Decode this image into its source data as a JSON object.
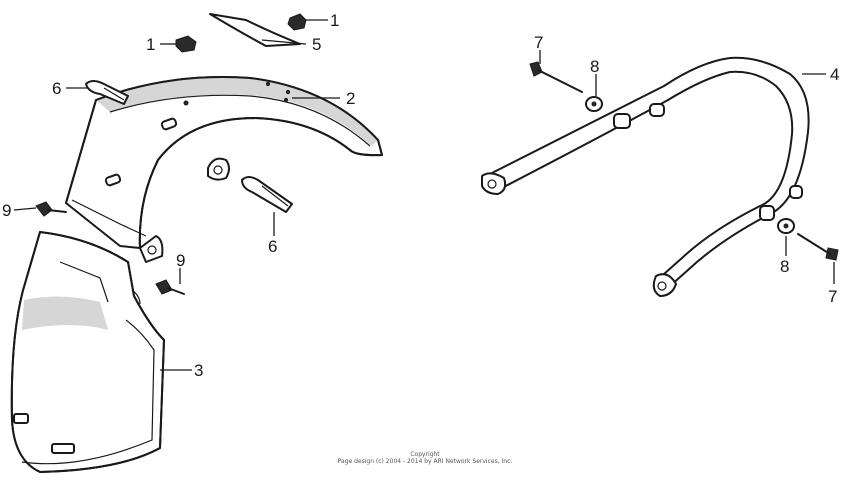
{
  "callouts": [
    {
      "id": "c1a",
      "label": "1"
    },
    {
      "id": "c1b",
      "label": "1"
    },
    {
      "id": "c2",
      "label": "2"
    },
    {
      "id": "c3",
      "label": "3"
    },
    {
      "id": "c4",
      "label": "4"
    },
    {
      "id": "c5",
      "label": "5"
    },
    {
      "id": "c6a",
      "label": "6"
    },
    {
      "id": "c6b",
      "label": "6"
    },
    {
      "id": "c7a",
      "label": "7"
    },
    {
      "id": "c7b",
      "label": "7"
    },
    {
      "id": "c8a",
      "label": "8"
    },
    {
      "id": "c8b",
      "label": "8"
    },
    {
      "id": "c9a",
      "label": "9"
    },
    {
      "id": "c9b",
      "label": "9"
    }
  ],
  "footer": {
    "line1": "Copyright",
    "line2": "Page design (c) 2004 - 2014 by ARI Network Services, Inc."
  }
}
